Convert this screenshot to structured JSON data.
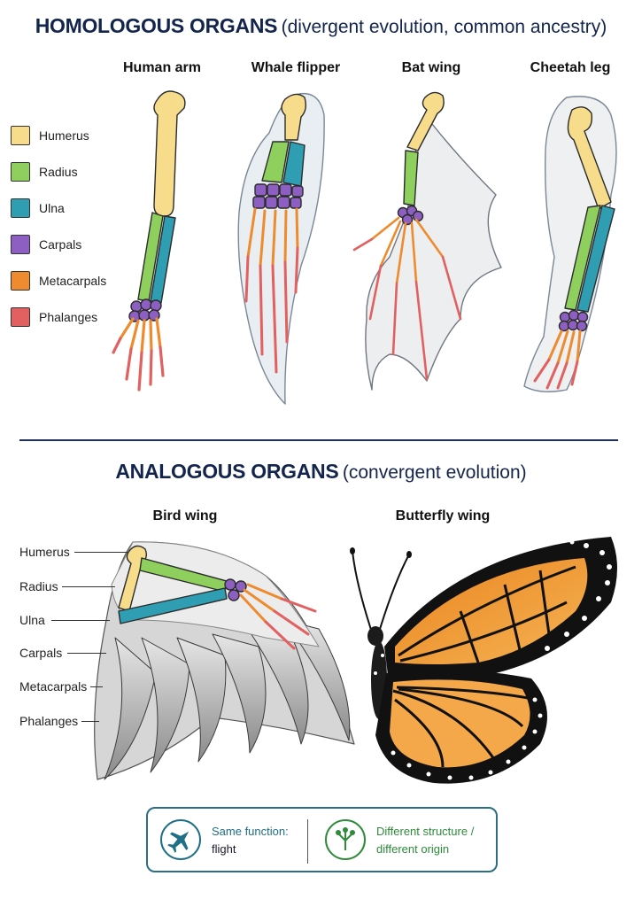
{
  "homologous": {
    "title_main": "HOMOLOGOUS ORGANS",
    "title_sub": "(divergent evolution, common ancestry)",
    "columns": [
      "Human arm",
      "Whale flipper",
      "Bat wing",
      "Cheetah leg"
    ]
  },
  "legend": [
    {
      "label": "Humerus",
      "color": "#f7dc8c"
    },
    {
      "label": "Radius",
      "color": "#8ecf5e"
    },
    {
      "label": "Ulna",
      "color": "#2f9db2"
    },
    {
      "label": "Carpals",
      "color": "#8d5fc2"
    },
    {
      "label": "Metacarpals",
      "color": "#ee8b2e"
    },
    {
      "label": "Phalanges",
      "color": "#e26060"
    }
  ],
  "analogous": {
    "title_main": "ANALOGOUS ORGANS",
    "title_sub": "(convergent evolution)",
    "columns": [
      "Bird wing",
      "Butterfly wing"
    ],
    "bird_labels": [
      "Humerus",
      "Radius",
      "Ulna",
      "Carpals",
      "Metacarpals",
      "Phalanges"
    ]
  },
  "callout": {
    "left_text_1": "Same function:",
    "left_text_2": "flight",
    "right_text_1": "Different structure /",
    "right_text_2": "different origin",
    "left_color": "#1f6f86",
    "right_color": "#2e8b3a",
    "icons": [
      "airplane-icon",
      "branching-tree-icon"
    ]
  }
}
